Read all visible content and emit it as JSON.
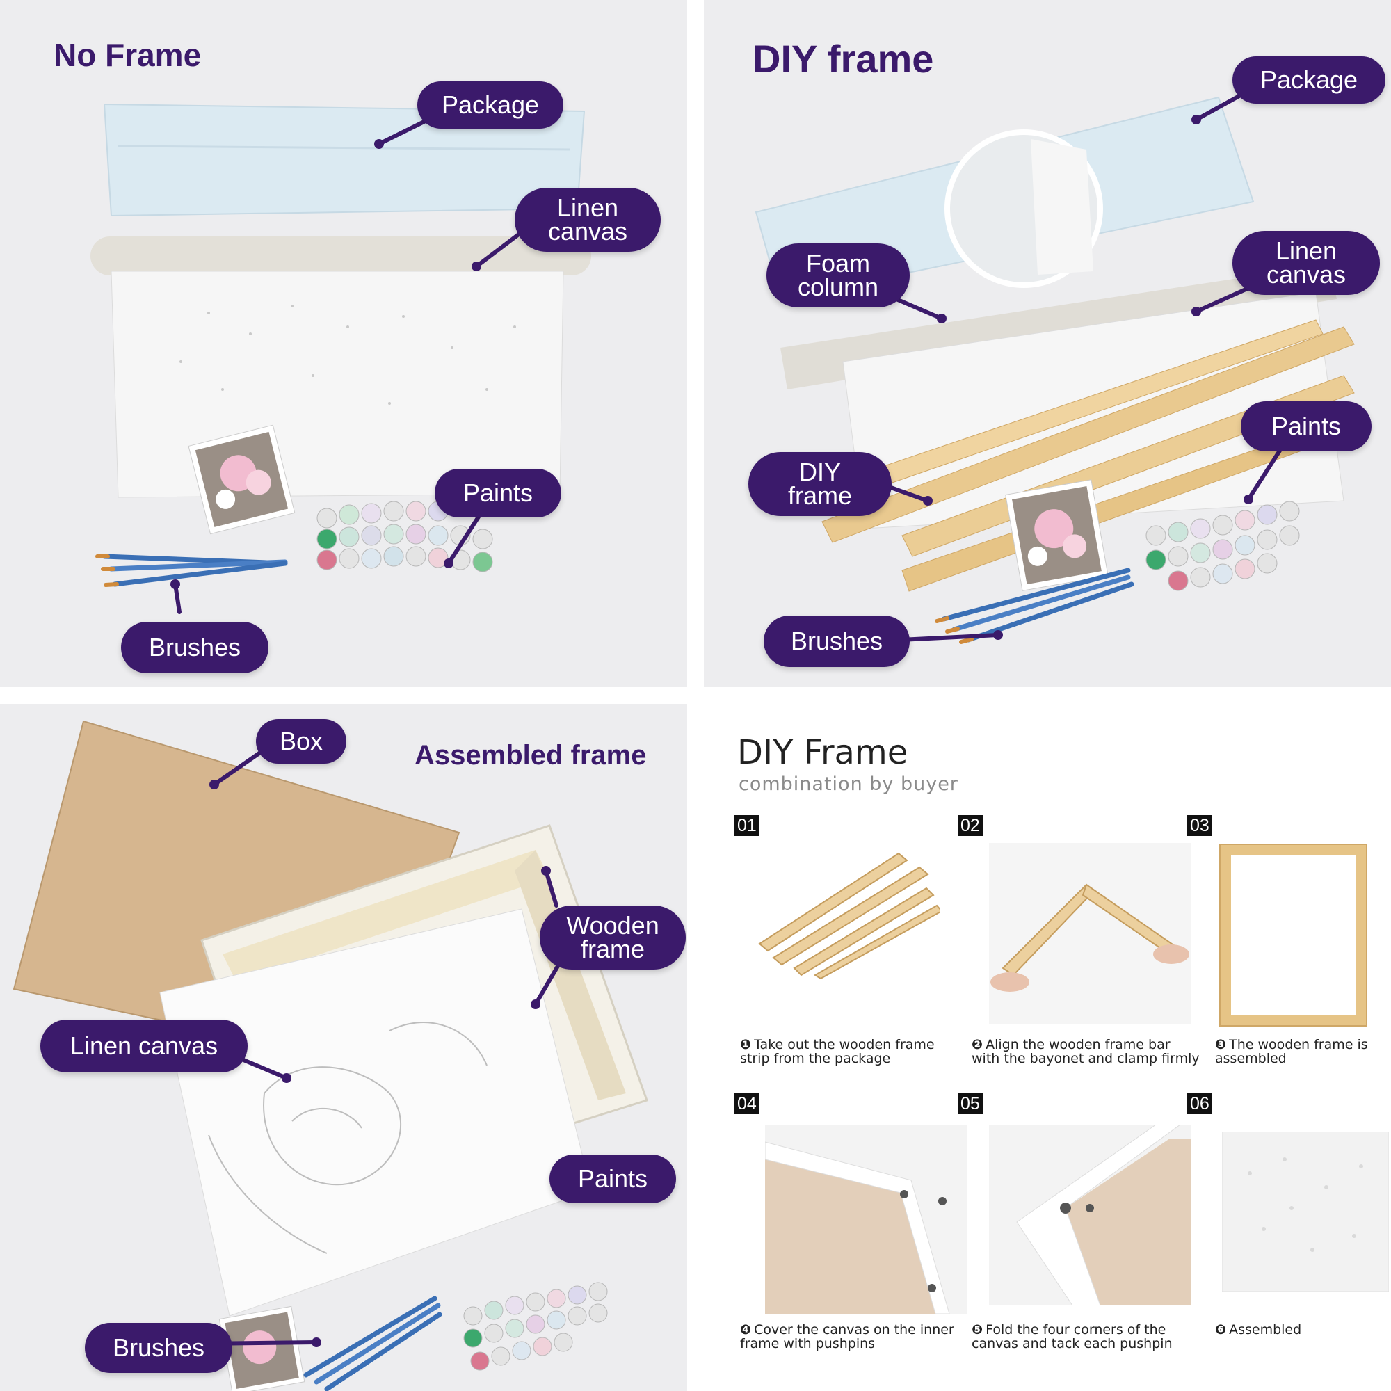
{
  "panel_no_frame": {
    "title": "No Frame",
    "labels": {
      "package": "Package",
      "linen_canvas": "Linen\ncanvas",
      "paints": "Paints",
      "brushes": "Brushes"
    }
  },
  "panel_diy_frame": {
    "title": "DIY frame",
    "labels": {
      "package": "Package",
      "foam_column": "Foam\ncolumn",
      "linen_canvas": "Linen\ncanvas",
      "paints": "Paints",
      "diy_frame": "DIY\nframe",
      "brushes": "Brushes"
    }
  },
  "panel_assembled": {
    "title": "Assembled frame",
    "labels": {
      "box": "Box",
      "wooden_frame": "Wooden\nframe",
      "linen_canvas": "Linen canvas",
      "paints": "Paints",
      "brushes": "Brushes"
    }
  },
  "panel_steps": {
    "title": "DIY Frame",
    "subtitle": "combination by buyer",
    "steps": [
      {
        "num": "01",
        "marker": "❶",
        "caption": "Take out the wooden frame strip from the package"
      },
      {
        "num": "02",
        "marker": "❷",
        "caption": "Align the wooden frame bar with the bayonet and clamp firmly"
      },
      {
        "num": "03",
        "marker": "❸",
        "caption": "The wooden frame is assembled"
      },
      {
        "num": "04",
        "marker": "❹",
        "caption": "Cover the canvas on the inner frame with pushpins"
      },
      {
        "num": "05",
        "marker": "❺",
        "caption": "Fold the four corners of the canvas and tack each pushpin"
      },
      {
        "num": "06",
        "marker": "❻",
        "caption": "Assembled"
      }
    ]
  },
  "colors": {
    "accent": "#3b1a6b",
    "panel_bg": "#ededef",
    "wood": "#e9c98f",
    "box": "#d6b68f"
  }
}
